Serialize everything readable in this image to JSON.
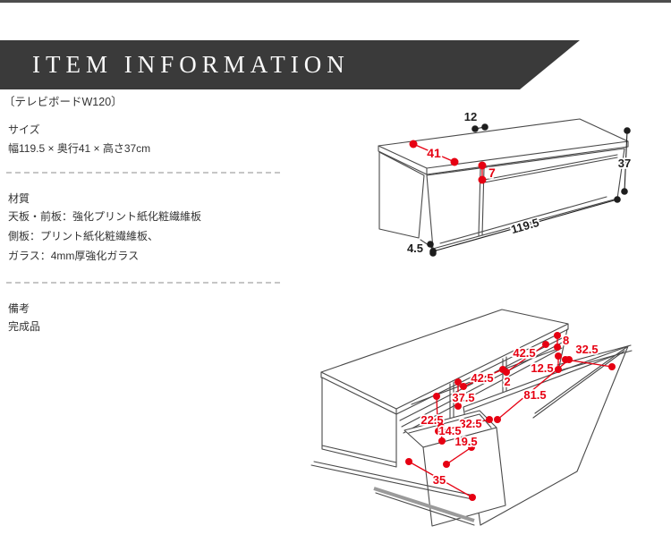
{
  "header": {
    "title": "ITEM INFORMATION"
  },
  "colors": {
    "banner": "#3a3a3a",
    "accent_red": "#e60012",
    "drawing_line": "#4a4a4a"
  },
  "product": {
    "name": "〔テレビボードW120〕",
    "size": {
      "heading": "サイズ",
      "text": "幅119.5 × 奥行41 × 高さ37cm"
    },
    "material": {
      "heading": "材質",
      "lines": [
        "天板・前板：強化プリント紙化粧繊維板",
        "側板：プリント紙化粧繊維板、",
        "ガラス：4mm厚強化ガラス"
      ]
    },
    "note": {
      "heading": "備考",
      "text": "完成品"
    }
  },
  "diagram_closed": {
    "dims": {
      "top_gap": "12",
      "depth": "41",
      "flap_offset": "7",
      "height": "37",
      "width": "119.5",
      "base_height": "4.5"
    }
  },
  "diagram_open": {
    "dims": {
      "back_top": "8",
      "right_opening_width": "32.5",
      "shelf_right": "42.5",
      "right_opening_height": "12.5",
      "divider": "2",
      "shelf_left": "42.5",
      "inner_height": "37.5",
      "right_drawer_width": "81.5",
      "left_inner_height": "22.5",
      "left_drawer_width": "32.5",
      "left_drawer_front_height": "14.5",
      "left_drawer_inner": "19.5",
      "left_drawer_front_width": "35"
    }
  }
}
